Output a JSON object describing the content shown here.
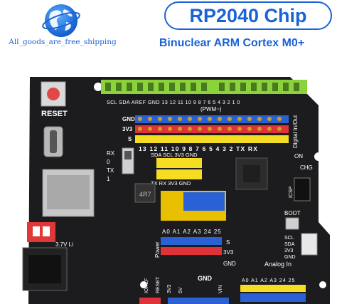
{
  "header": {
    "chip_title": "RP2040 Chip",
    "subtitle": "Binuclear ARM Cortex M0+",
    "shipping_text": "All_goods_are_free_shipping"
  },
  "board": {
    "reset_label": "RESET",
    "top_header_labels": [
      "SCL",
      "SDA",
      "AREF",
      "GND",
      "13",
      "12",
      "11",
      "10",
      "9",
      "8",
      "7",
      "6",
      "5",
      "4",
      "3",
      "2",
      "1",
      "0"
    ],
    "pwm_label": "(PWM~)",
    "row_labels": [
      "GND",
      "3V3",
      "S"
    ],
    "bottom_pin_numbers": [
      "13",
      "12",
      "11",
      "10",
      "9",
      "8",
      "7",
      "6",
      "5",
      "4",
      "3",
      "2",
      "TX",
      "RX"
    ],
    "i2c_labels": "SDA SCL 3V3 GND",
    "uart_labels": "TX  RX 3V3 GND",
    "digital_label": "Digital In/Out",
    "on_label": "ON",
    "chg_label": "CHG",
    "icsp_label": "ICSP",
    "boot_label": "BOOT",
    "inductor_label": "4R7",
    "analog_header_pins": [
      "A0",
      "A1",
      "A2",
      "A3",
      "24",
      "25"
    ],
    "power_label": "Power",
    "power_pins": [
      "IOREF",
      "RESET",
      "3V3",
      "5V",
      "GND",
      "GND",
      "VIN"
    ],
    "analog_in_label": "Analog In",
    "analog_bottom_pins": [
      "A0",
      "A1",
      "A2",
      "A3",
      "24",
      "25"
    ],
    "volt_label": "3.7V Li",
    "side_labels": [
      "SCL",
      "SDA",
      "3V3",
      "GND"
    ],
    "pin_labels_left": [
      "RX",
      "0",
      "TX",
      "1"
    ]
  },
  "colors": {
    "brand_blue": "#1a63d6",
    "pcb": "#1c1c1e",
    "header_green": "#8ad33a",
    "header_yellow": "#f4dd22",
    "header_red": "#e0323a",
    "header_blue": "#2a62d6",
    "lcd_gold": "#e8c000"
  }
}
